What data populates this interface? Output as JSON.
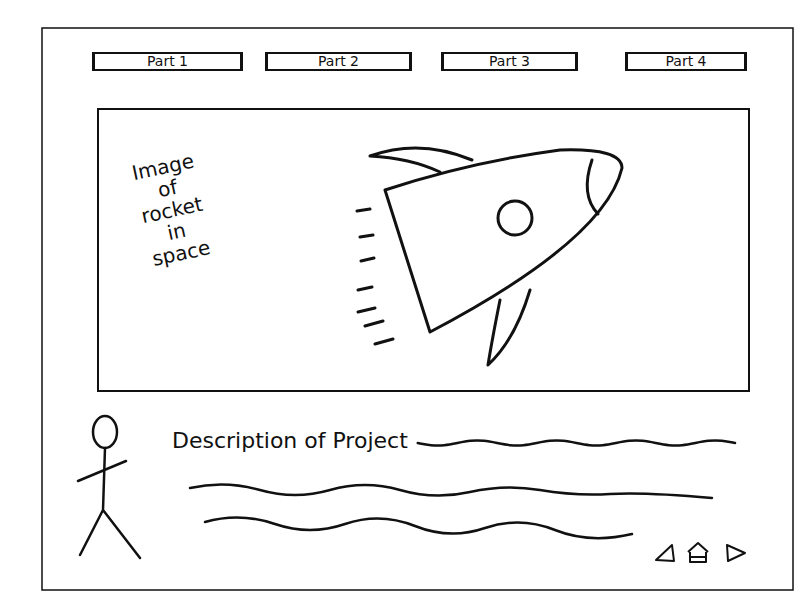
{
  "diagram": {
    "nodes": [
      {
        "text": [
          "Part 1"
        ]
      },
      {
        "text": [
          "Part 2"
        ]
      },
      {
        "text": [
          "Part 3"
        ]
      },
      {
        "text": [
          "Part 4"
        ]
      },
      {
        "text": [
          "Image of rocket in space"
        ]
      }
    ],
    "edges": [],
    "labels": [
      "Description of Project"
    ]
  }
}
